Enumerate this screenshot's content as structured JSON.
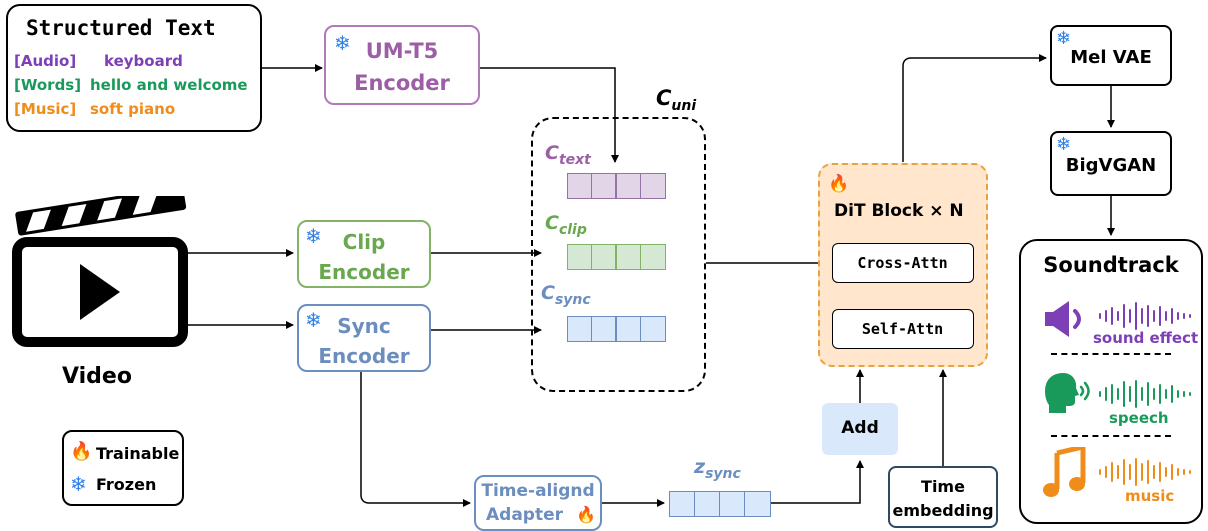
{
  "structured_text": {
    "title": "Structured Text",
    "audio_tag": "[Audio]",
    "audio_text": "keyboard",
    "words_tag": "[Words]",
    "words_text": "hello and welcome",
    "music_tag": "[Music]",
    "music_text": "soft piano"
  },
  "encoders": {
    "umt5_line1": "UM-T5",
    "umt5_line2": "Encoder",
    "clip_line1": "Clip",
    "clip_line2": "Encoder",
    "sync_line1": "Sync",
    "sync_line2": "Encoder"
  },
  "video_label": "Video",
  "legend": {
    "trainable": "Trainable",
    "frozen": "Frozen"
  },
  "cuni": {
    "base": "C",
    "sub": "uni"
  },
  "conditions": {
    "text": {
      "base": "C",
      "sub": "text"
    },
    "clip": {
      "base": "C",
      "sub": "clip"
    },
    "sync": {
      "base": "C",
      "sub": "sync"
    }
  },
  "zsync": {
    "base": "Z",
    "sub": "sync"
  },
  "adapter": {
    "line1": "Time-alignd",
    "line2": "Adapter"
  },
  "add_label": "Add",
  "time_embedding": {
    "line1": "Time",
    "line2": "embedding"
  },
  "dit": {
    "title": "DiT Block × N",
    "cross": "Cross-Attn",
    "self": "Self-Attn"
  },
  "mel_vae": "Mel VAE",
  "bigvgan": "BigVGAN",
  "soundtrack": {
    "title": "Soundtrack",
    "effect": "sound effect",
    "speech": "speech",
    "music": "music"
  },
  "colors": {
    "purple": "#7d3fb5",
    "green": "#1a9a5a",
    "orange": "#f08c1a",
    "umt5_border": "#b07ab8",
    "umt5_text": "#9c5fa6",
    "clip_border": "#82b366",
    "clip_text": "#6aa84f",
    "sync_border": "#6c8ebf",
    "sync_text": "#6c8ebf",
    "dit_fill": "#ffe6cc",
    "dit_border": "#e8a33c",
    "add_fill": "#dae8fc",
    "text_cell": "#e1d5e7",
    "clip_cell": "#d5e8d4",
    "sync_cell": "#dae8fc"
  }
}
